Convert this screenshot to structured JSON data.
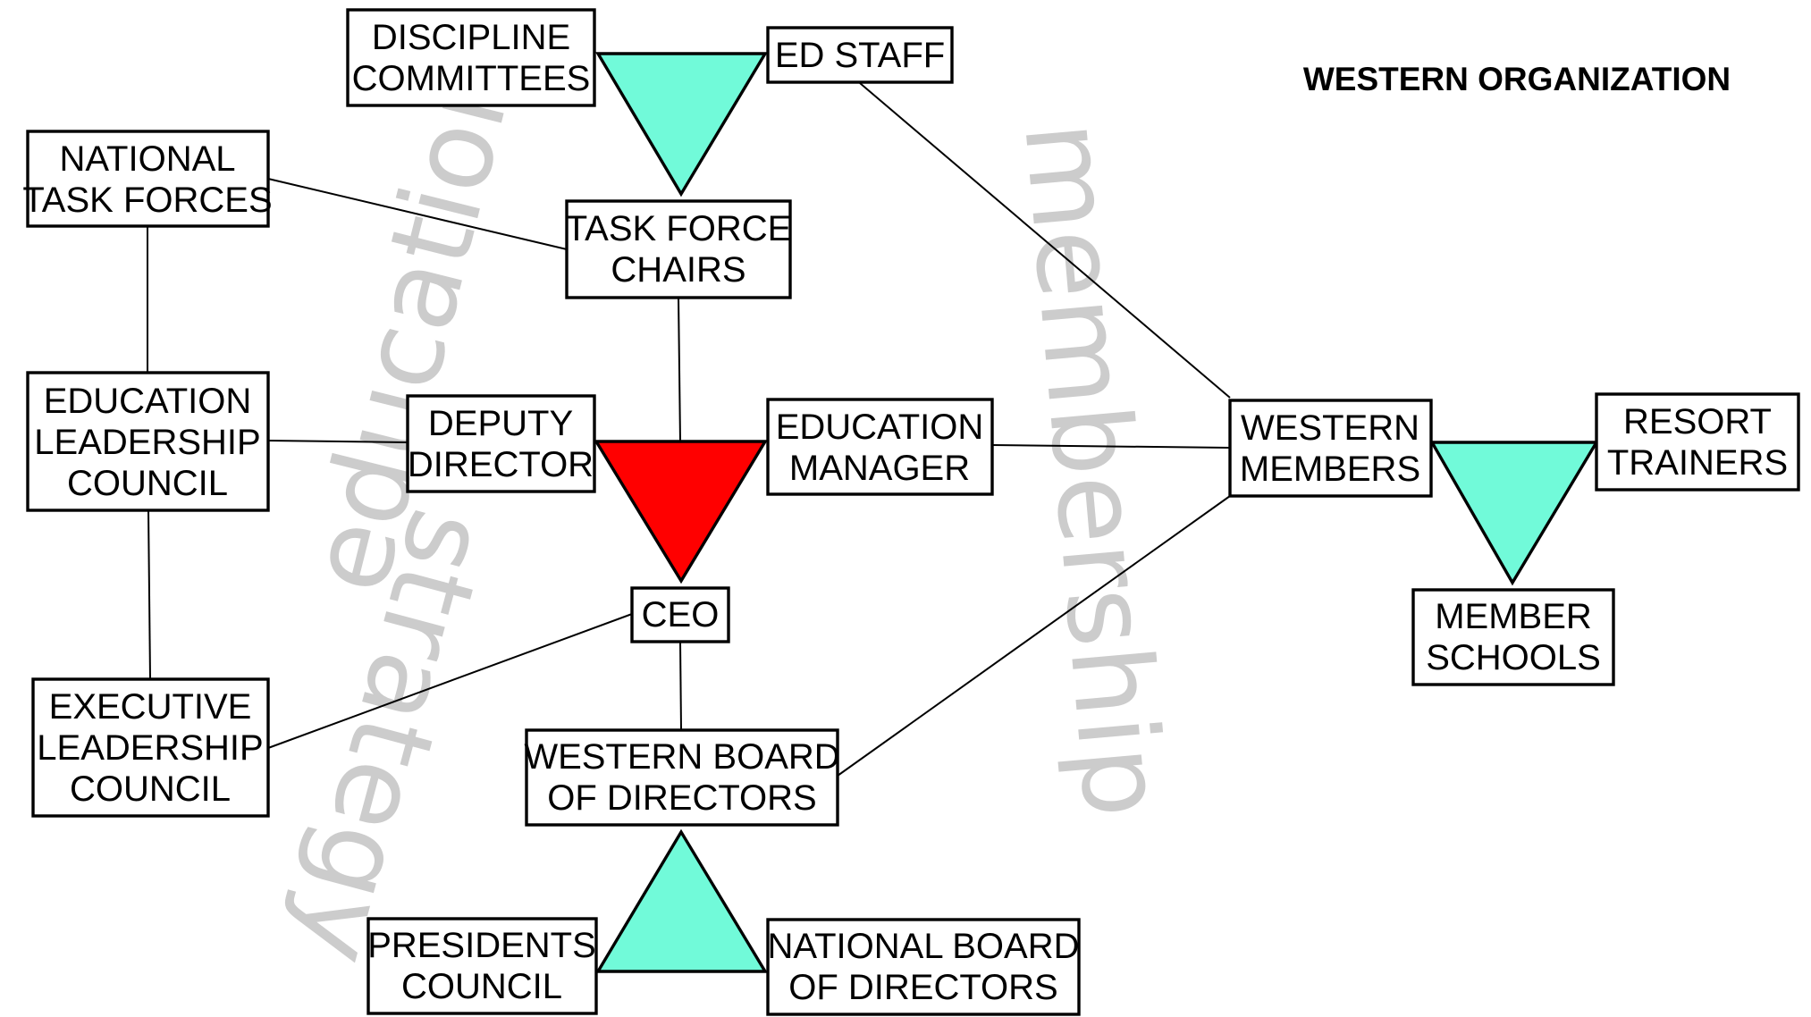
{
  "title": "WESTERN ORGANIZATION",
  "watermarks": {
    "education": "education",
    "strategy": "strategy",
    "membership": "membership"
  },
  "colors": {
    "hub": "#ff0000",
    "group": "#71fad9",
    "watermark": "#cccccc"
  },
  "nodes": {
    "discipline_committees": [
      "DISCIPLINE",
      "COMMITTEES"
    ],
    "ed_staff": [
      "ED STAFF"
    ],
    "national_task_forces": [
      "NATIONAL",
      "TASK FORCES"
    ],
    "task_force_chairs": [
      "TASK FORCE",
      "CHAIRS"
    ],
    "education_leadership_council": [
      "EDUCATION",
      "LEADERSHIP",
      "COUNCIL"
    ],
    "deputy_director": [
      "DEPUTY",
      "DIRECTOR"
    ],
    "education_manager": [
      "EDUCATION",
      "MANAGER"
    ],
    "ceo": [
      "CEO"
    ],
    "executive_leadership_council": [
      "EXECUTIVE",
      "LEADERSHIP",
      "COUNCIL"
    ],
    "western_board_of_directors": [
      "WESTERN BOARD",
      "OF DIRECTORS"
    ],
    "presidents_council": [
      "PRESIDENTS",
      "COUNCIL"
    ],
    "national_board_of_directors": [
      "NATIONAL BOARD",
      "OF DIRECTORS"
    ],
    "western_members": [
      "WESTERN",
      "MEMBERS"
    ],
    "resort_trainers": [
      "RESORT",
      "TRAINERS"
    ],
    "member_schools": [
      "MEMBER",
      "SCHOOLS"
    ]
  }
}
